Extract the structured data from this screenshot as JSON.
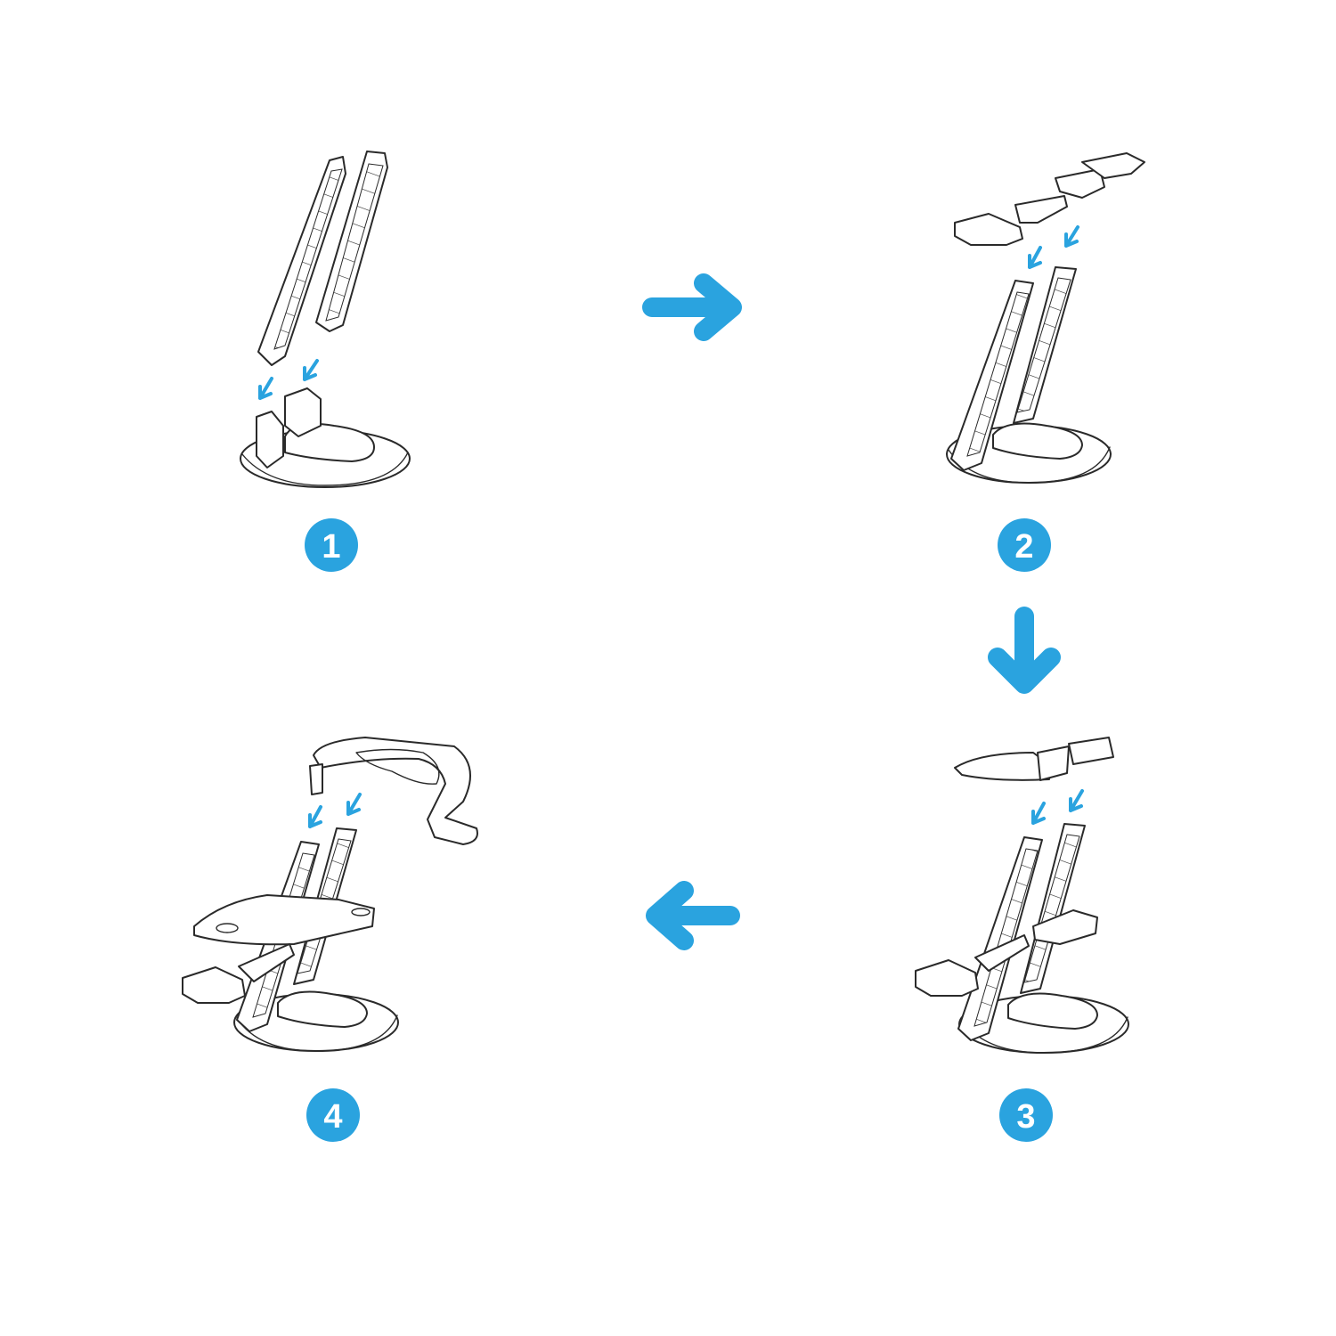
{
  "colors": {
    "accent": "#2aa3df",
    "line": "#2a2a2a",
    "background": "#ffffff"
  },
  "steps": [
    {
      "number": "1"
    },
    {
      "number": "2"
    },
    {
      "number": "3"
    },
    {
      "number": "4"
    }
  ],
  "flow_arrows": [
    {
      "from": "1",
      "to": "2",
      "direction": "right"
    },
    {
      "from": "2",
      "to": "3",
      "direction": "down"
    },
    {
      "from": "3",
      "to": "4",
      "direction": "left"
    }
  ]
}
